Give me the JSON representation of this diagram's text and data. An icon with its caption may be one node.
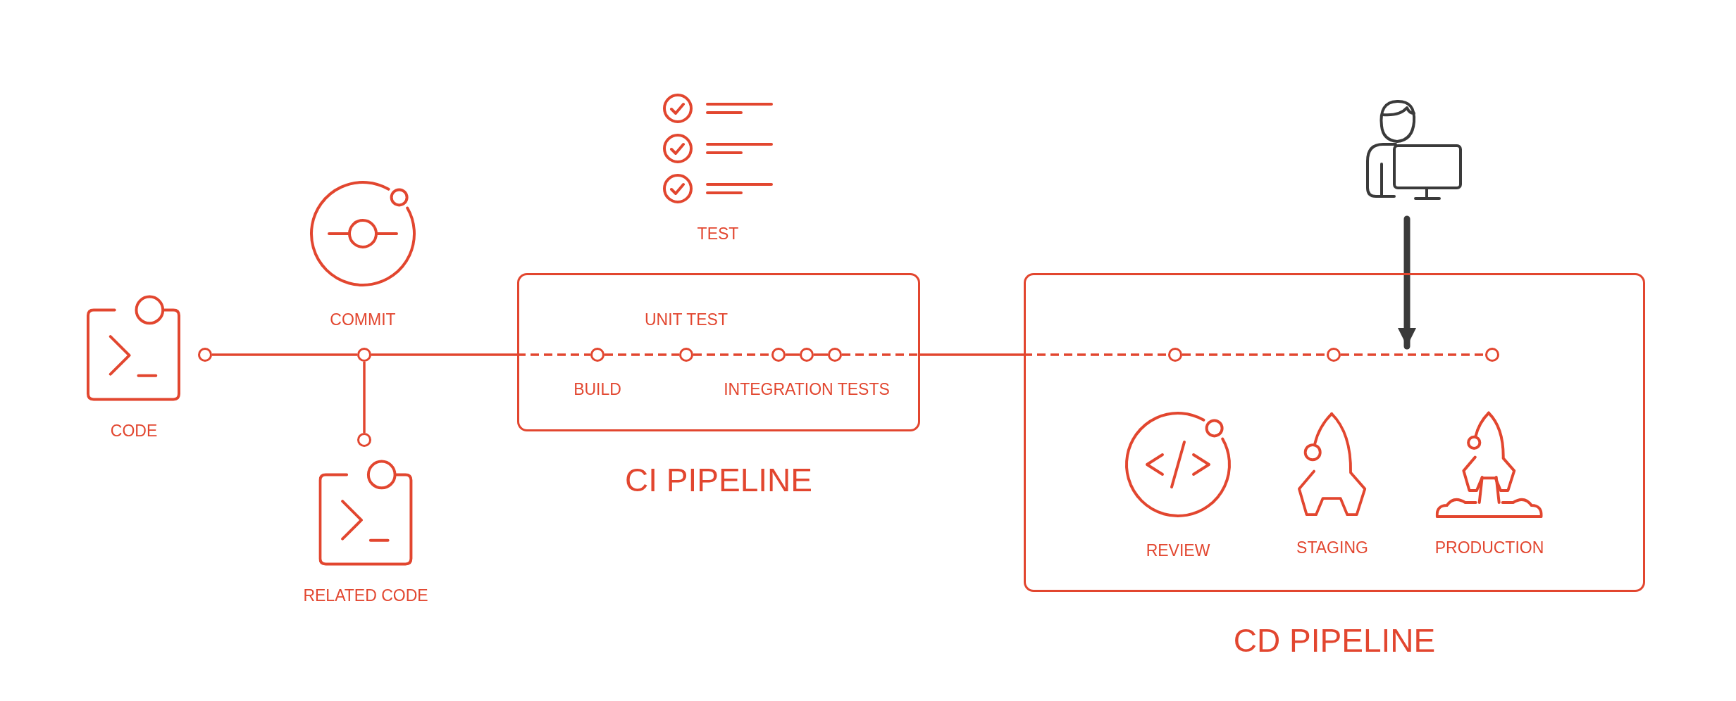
{
  "diagram": {
    "nodes": [
      {
        "text": [
          "CODE"
        ]
      },
      {
        "text": [],
        "shape": "circle"
      },
      {
        "text": [
          "COMMIT"
        ]
      },
      {
        "text": [],
        "shape": "circle"
      },
      {
        "text": [],
        "shape": "circle"
      },
      {
        "text": [
          "RELATED CODE"
        ]
      },
      {
        "text": [
          "TEST"
        ]
      },
      {
        "text": [
          "CI PIPELINE"
        ]
      },
      {
        "text": [],
        "shape": "circle",
        "in": 7,
        "beside": [
          "BUILD"
        ]
      },
      {
        "text": [],
        "shape": "circle",
        "in": 7,
        "beside": [
          "UNIT TEST"
        ]
      },
      {
        "text": [],
        "shape": "circle",
        "in": 7
      },
      {
        "text": [],
        "shape": "circle",
        "in": 7,
        "beside": [
          "INTEGRATION TESTS"
        ]
      },
      {
        "text": [],
        "shape": "circle",
        "in": 7
      },
      {
        "text": [],
        "shape": "person"
      },
      {
        "text": [
          "CD PIPELINE"
        ]
      },
      {
        "text": [],
        "shape": "circle",
        "in": 14
      },
      {
        "text": [],
        "shape": "circle",
        "in": 14
      },
      {
        "text": [],
        "shape": "circle",
        "in": 14
      },
      {
        "text": [
          "REVIEW"
        ],
        "in": 14
      },
      {
        "text": [
          "STAGING"
        ],
        "in": 14
      },
      {
        "text": [
          "PRODUCTION"
        ],
        "in": 14
      }
    ],
    "edges": [
      {
        "from": 1,
        "to": 3,
        "arrow": "none"
      },
      {
        "from": 3,
        "to": 4,
        "arrow": "none"
      },
      {
        "from": 3,
        "to": 7,
        "arrow": "none"
      },
      {
        "from": 7,
        "to": 8,
        "arrow": "none",
        "style": "dashed"
      },
      {
        "from": 8,
        "to": 9,
        "arrow": "none",
        "style": "dashed"
      },
      {
        "from": 9,
        "to": 10,
        "arrow": "none",
        "style": "dashed"
      },
      {
        "from": 10,
        "to": 11,
        "arrow": "none"
      },
      {
        "from": 11,
        "to": 12,
        "arrow": "none"
      },
      {
        "from": 12,
        "to": 7,
        "arrow": "none",
        "style": "dashed"
      },
      {
        "from": 7,
        "to": 14,
        "arrow": "none"
      },
      {
        "from": 14,
        "to": 15,
        "arrow": "none",
        "style": "dashed"
      },
      {
        "from": 15,
        "to": 16,
        "arrow": "none",
        "style": "dashed"
      },
      {
        "from": 16,
        "to": 17,
        "arrow": "none",
        "style": "dashed"
      },
      {
        "from": 13,
        "to": null,
        "arrow": "to",
        "style": "thick",
        "color": "#3a3a3a"
      }
    ]
  }
}
